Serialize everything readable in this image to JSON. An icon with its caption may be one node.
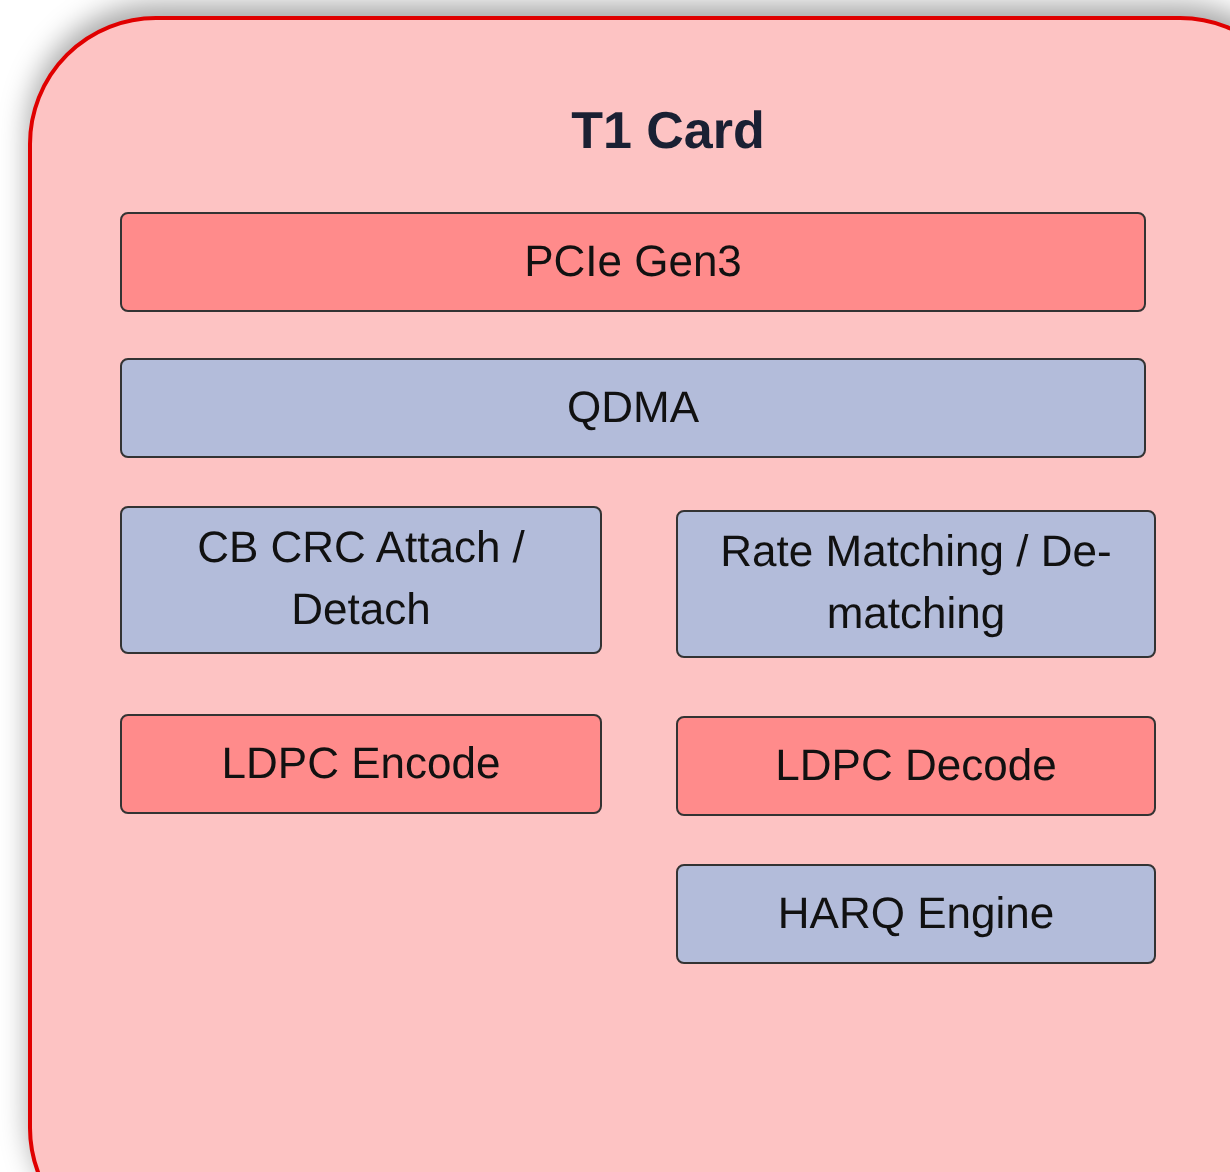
{
  "diagram": {
    "nodes": [
      {
        "text": [
          "T1 Card"
        ]
      },
      {
        "text": [
          "PCIe Gen3"
        ],
        "in": 0
      },
      {
        "text": [
          "QDMA"
        ],
        "in": 0
      },
      {
        "text": [
          "CB CRC Attach / Detach"
        ],
        "in": 0
      },
      {
        "text": [
          "Rate Matching / De-matching"
        ],
        "in": 0
      },
      {
        "text": [
          "LDPC Encode"
        ],
        "in": 0
      },
      {
        "text": [
          "LDPC Decode"
        ],
        "in": 0
      },
      {
        "text": [
          "HARQ Engine"
        ],
        "in": 0
      }
    ]
  }
}
